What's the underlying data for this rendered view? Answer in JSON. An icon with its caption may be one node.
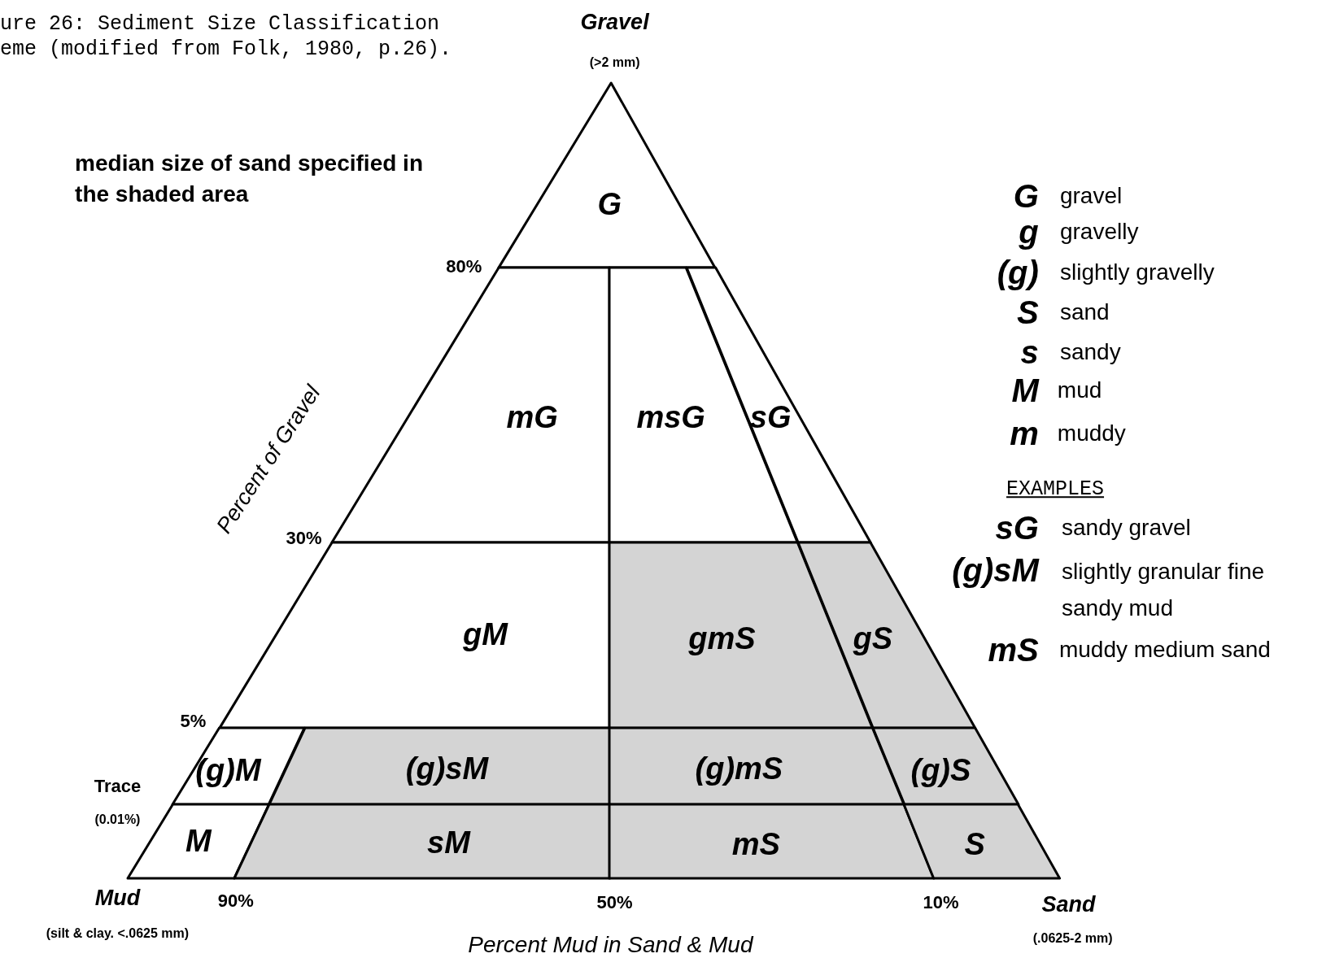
{
  "diagram": {
    "title": "ure 26: Sediment Size Classification eme (modified from Folk, 1980, p.26).",
    "nodes": [
      {
        "text": [
          "G"
        ]
      },
      {
        "text": [
          "mG"
        ]
      },
      {
        "text": [
          "msG"
        ]
      },
      {
        "text": [
          "sG"
        ]
      },
      {
        "text": [
          "gM"
        ]
      },
      {
        "text": [
          "gmS"
        ]
      },
      {
        "text": [
          "gS"
        ]
      },
      {
        "text": [
          "(g)M"
        ]
      },
      {
        "text": [
          "(g)sM"
        ]
      },
      {
        "text": [
          "(g)mS"
        ]
      },
      {
        "text": [
          "(g)S"
        ]
      },
      {
        "text": [
          "M"
        ]
      },
      {
        "text": [
          "sM"
        ]
      },
      {
        "text": [
          "mS"
        ]
      },
      {
        "text": [
          "S"
        ]
      }
    ],
    "labels": [
      "Gravel",
      "(>2 mm)",
      "median size of sand specified in the shaded area",
      "G",
      "gravel",
      "g",
      "gravelly",
      "(g)",
      "slightly gravelly",
      "S",
      "sand",
      "s",
      "sandy",
      "M",
      "mud",
      "m",
      "muddy",
      "EXAMPLES",
      "sG",
      "sandy gravel",
      "(g)sM",
      "slightly granular fine sandy mud",
      "mS",
      "muddy medium sand",
      "80%",
      "Percent of Gravel",
      "30%",
      "5%",
      "Trace",
      "(0.01%)",
      "Mud",
      "90%",
      "50%",
      "10%",
      "Sand",
      "(silt & clay. <.0625 mm)",
      "Percent Mud in Sand & Mud",
      "(.0625-2 mm)"
    ]
  }
}
